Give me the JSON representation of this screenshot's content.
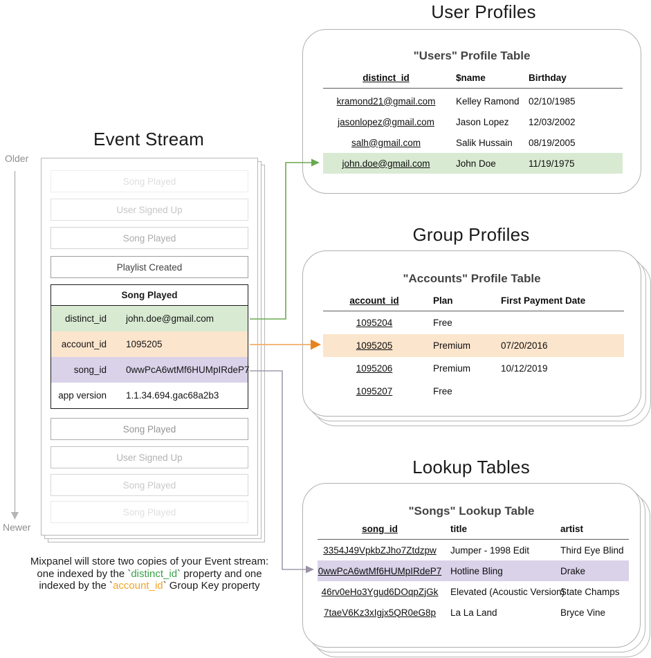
{
  "palette": {
    "highlight_green": "#d9ead3",
    "highlight_orange": "#fce5cd",
    "highlight_purple": "#d9d2e9",
    "arrow_green": "#6aa84f",
    "arrow_orange_line": "#f2ad66",
    "arrow_orange_head": "#e8821e",
    "arrow_purple": "#a09aab",
    "border_gray": "#b7b7b7",
    "caption_green": "#3aa14a",
    "caption_orange": "#f5a325"
  },
  "event_stream": {
    "title": "Event Stream",
    "older_label": "Older",
    "newer_label": "Newer",
    "events_above": [
      {
        "label": "Song Played"
      },
      {
        "label": "User Signed Up"
      },
      {
        "label": "Song Played"
      },
      {
        "label": "Playlist Created"
      }
    ],
    "detail_card": {
      "title": "Song Played",
      "properties": [
        {
          "key": "distinct_id",
          "value": "john.doe@gmail.com",
          "highlight": "green"
        },
        {
          "key": "account_id",
          "value": "1095205",
          "highlight": "orange"
        },
        {
          "key": "song_id",
          "value": "0wwPcA6wtMf6HUMpIRdeP7",
          "highlight": "purple"
        },
        {
          "key": "app version",
          "value": "1.1.34.694.gac68a2b3",
          "highlight": "none"
        }
      ]
    },
    "events_below": [
      {
        "label": "Song Played"
      },
      {
        "label": "User Signed Up"
      },
      {
        "label": "Song Played"
      },
      {
        "label": "Song Played"
      }
    ]
  },
  "caption": {
    "line1": "Mixpanel will store two copies of your Event stream:",
    "line2_pre": "one indexed by the `",
    "line2_code": "distinct_id",
    "line2_post": "` property and one",
    "line3_pre": "indexed by the `",
    "line3_code": "account_id",
    "line3_post": "` Group Key property"
  },
  "user_profiles": {
    "section_title": "User Profiles",
    "table_title": "\"Users\" Profile Table",
    "columns": {
      "c1": "distinct_id",
      "c2": "$name",
      "c3": "Birthday"
    },
    "rows": [
      {
        "distinct_id": "kramond21@gmail.com",
        "name": "Kelley Ramond",
        "birthday": "02/10/1985"
      },
      {
        "distinct_id": "jasonlopez@gmail.com",
        "name": "Jason Lopez",
        "birthday": "12/03/2002"
      },
      {
        "distinct_id": "salh@gmail.com",
        "name": "Salik Hussain",
        "birthday": "08/19/2005"
      },
      {
        "distinct_id": "john.doe@gmail.com",
        "name": "John Doe",
        "birthday": "11/19/1975"
      }
    ],
    "highlighted_row": 3
  },
  "group_profiles": {
    "section_title": "Group Profiles",
    "table_title": "\"Accounts\" Profile Table",
    "columns": {
      "c1": "account_id",
      "c2": "Plan",
      "c3": "First Payment Date"
    },
    "rows": [
      {
        "account_id": "1095204",
        "plan": "Free",
        "first_payment_date": ""
      },
      {
        "account_id": "1095205",
        "plan": "Premium",
        "first_payment_date": "07/20/2016"
      },
      {
        "account_id": "1095206",
        "plan": "Premium",
        "first_payment_date": "10/12/2019"
      },
      {
        "account_id": "1095207",
        "plan": "Free",
        "first_payment_date": ""
      }
    ],
    "highlighted_row": 1
  },
  "lookup_tables": {
    "section_title": "Lookup Tables",
    "table_title": "\"Songs\" Lookup Table",
    "columns": {
      "c1": "song_id",
      "c2": "title",
      "c3": "artist"
    },
    "rows": [
      {
        "song_id": "3354J49VpkbZJho7Ztdzpw",
        "title": "Jumper - 1998 Edit",
        "artist": "Third Eye Blind"
      },
      {
        "song_id": "0wwPcA6wtMf6HUMpIRdeP7",
        "title": "Hotline Bling",
        "artist": "Drake"
      },
      {
        "song_id": "46rv0eHo3Ygud6DOqpZjGk",
        "title": "Elevated (Acoustic Version)",
        "artist": "State Champs"
      },
      {
        "song_id": "7taeV6Kz3xIgjx5QR0eG8p",
        "title": "La La Land",
        "artist": "Bryce Vine"
      }
    ],
    "highlighted_row": 1
  }
}
